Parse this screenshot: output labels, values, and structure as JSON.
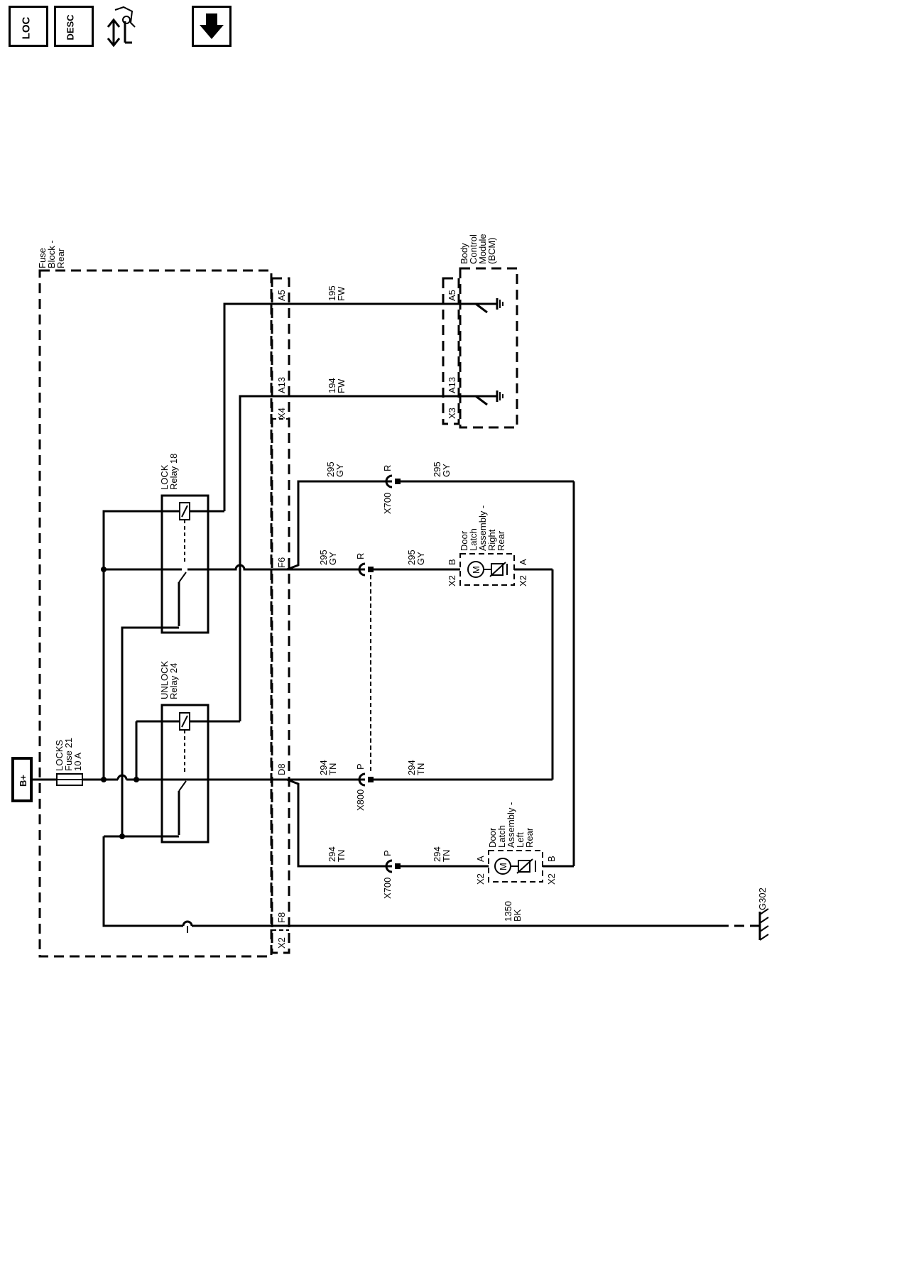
{
  "toolbar": {
    "loc_label": "LOC",
    "desc_label": "DESC",
    "diag_label": "diag",
    "down_label": "down"
  },
  "icons": {
    "loc": "location-icon",
    "desc": "description-icon",
    "diag": "diagnostic-tools-icon",
    "down": "down-arrow-icon"
  },
  "diagram": {
    "power": "B+",
    "fuse_block_title": [
      "Fuse",
      "Block -",
      "Rear"
    ],
    "fuse_label": [
      "LOCKS",
      "Fuse 21",
      "10 A"
    ],
    "lock_relay": [
      "LOCK",
      "Relay 18"
    ],
    "unlock_relay": [
      "UNLOCK",
      "Relay 24"
    ],
    "bcm_title": [
      "Body",
      "Control",
      "Module",
      "(BCM)"
    ],
    "conn_a5": "A5",
    "conn_a13": "A13",
    "conn_x4": "X4",
    "conn_x3": "X3",
    "conn_f6": "F6",
    "conn_d8": "D8",
    "conn_f8": "F8",
    "conn_x2": "X2",
    "wire_195": [
      "195",
      "FW"
    ],
    "wire_194": [
      "194",
      "FW"
    ],
    "wire_295": [
      "295",
      "GY"
    ],
    "wire_294": [
      "294",
      "TN"
    ],
    "wire_1350": [
      "1350",
      "BK"
    ],
    "inline_x700": "X700",
    "inline_x800": "X800",
    "pin_r": "R",
    "pin_p": "P",
    "pin_a": "A",
    "pin_b": "B",
    "right_latch": [
      "Door",
      "Latch",
      "Assembly -",
      "Right",
      "Rear"
    ],
    "left_latch": [
      "Door",
      "Latch",
      "Assembly -",
      "Left",
      "Rear"
    ],
    "motor": "M",
    "ground": "G302"
  }
}
